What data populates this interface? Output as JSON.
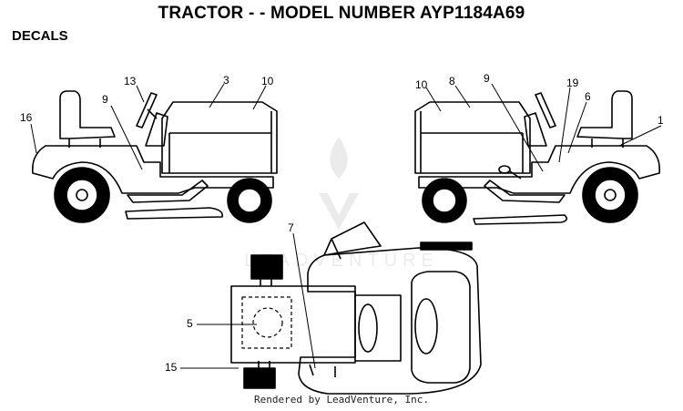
{
  "title": "TRACTOR - - MODEL NUMBER AYP1184A69",
  "section": "DECALS",
  "footer": "Rendered by LeadVenture, Inc.",
  "callouts": {
    "left": {
      "c16": "16",
      "c13": "13",
      "c9": "9",
      "c3": "3",
      "c10": "10"
    },
    "right": {
      "c10": "10",
      "c8": "8",
      "c9": "9",
      "c19": "19",
      "c6": "6",
      "c1": "1"
    },
    "bottom": {
      "c7": "7",
      "c5": "5",
      "c15": "15"
    }
  },
  "icons": {
    "watermark": "leadventure-flame-logo"
  }
}
